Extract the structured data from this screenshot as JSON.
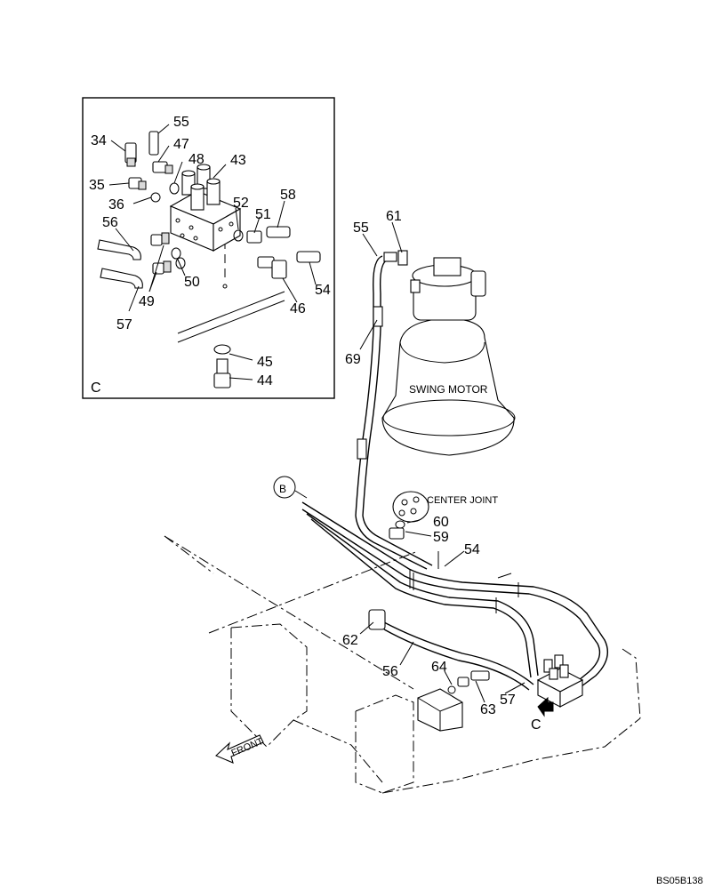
{
  "diagram": {
    "inset_label": "C",
    "view_marker": "C",
    "connector_label": "B",
    "swing_motor_label": "SWING MOTOR",
    "center_joint_label": "CENTER JOINT",
    "front_label": "FRONT",
    "doc_code": "BS05B138",
    "inset_callouts": [
      "55",
      "34",
      "47",
      "48",
      "43",
      "35",
      "36",
      "52",
      "58",
      "51",
      "56",
      "50",
      "54",
      "49",
      "46",
      "57",
      "45",
      "44"
    ],
    "main_callouts": [
      "61",
      "55",
      "69",
      "60",
      "59",
      "54",
      "62",
      "56",
      "64",
      "63",
      "57"
    ]
  }
}
